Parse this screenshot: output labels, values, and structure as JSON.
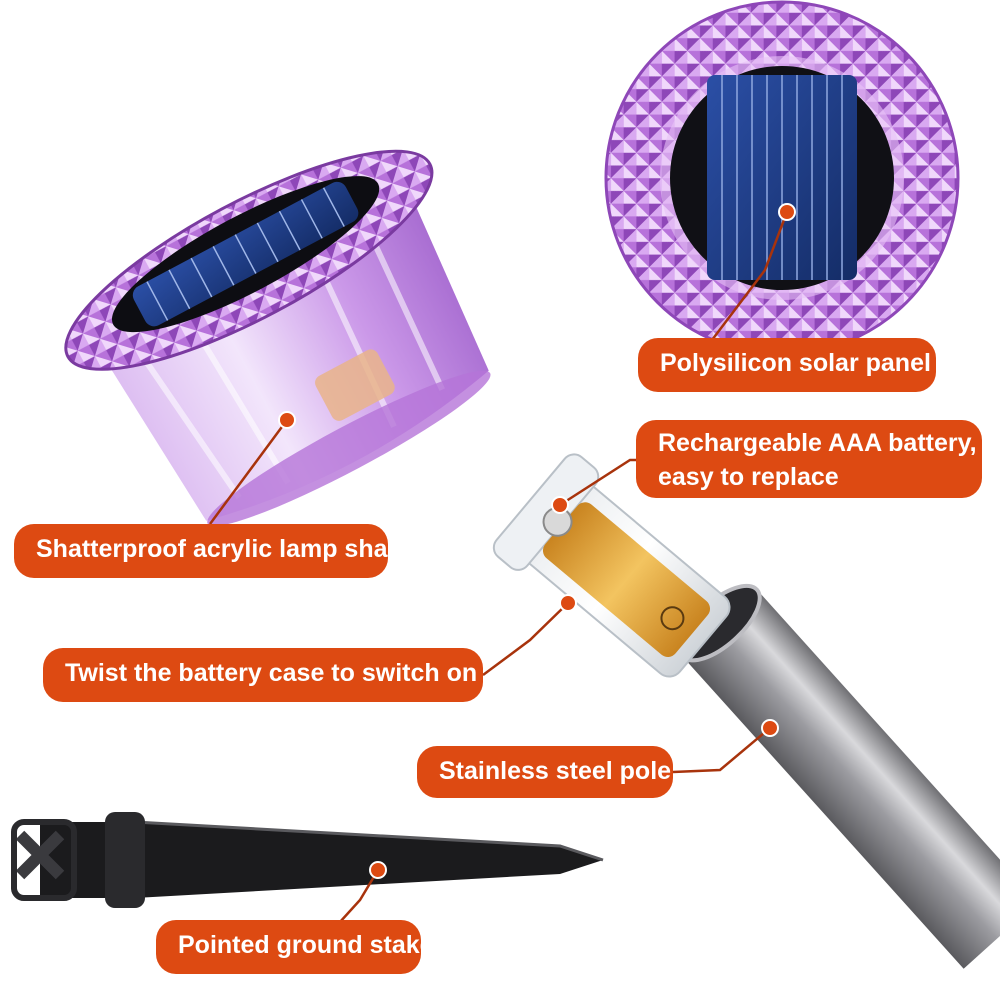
{
  "callouts": {
    "solar_panel": "Polysilicon solar panel",
    "battery_line1": "Rechargeable AAA battery,",
    "battery_line2": "easy to replace",
    "lamp_shade": "Shatterproof acrylic lamp shade",
    "switch": "Twist the battery case to switch on",
    "pole": "Stainless steel pole",
    "stake": "Pointed ground stake"
  },
  "colors": {
    "callout_bg": "#dd4a12",
    "callout_text": "#ffffff",
    "leader_line": "#a8330c",
    "acrylic": "#c98ae8",
    "solar_cell": "#1f3f8a",
    "battery": "#e8a63a",
    "steel": "#a9a9ad",
    "stake": "#1e1e1e"
  },
  "icons": {
    "leader_dot": "pointer-dot-icon"
  }
}
